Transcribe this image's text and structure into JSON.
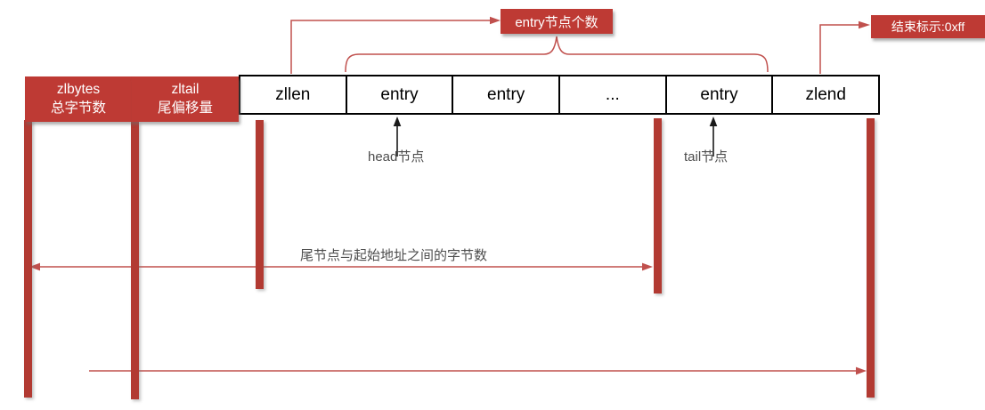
{
  "boxes": [
    {
      "label": "zlbytes",
      "sublabel": "总字节数"
    },
    {
      "label": "zltail",
      "sublabel": "尾偏移量"
    },
    {
      "label": "zllen"
    },
    {
      "label": "entry"
    },
    {
      "label": "entry"
    },
    {
      "label": "..."
    },
    {
      "label": "entry"
    },
    {
      "label": "zlend"
    }
  ],
  "callouts": {
    "entry_count": "entry节点个数",
    "end_marker": "结束标示:0xff"
  },
  "annotations": {
    "head_node": "head节点",
    "tail_node": "tail节点",
    "tail_offset": "尾节点与起始地址之间的字节数"
  },
  "colors": {
    "box_red": "#be3a34",
    "bar_red": "#b23a32",
    "line_red": "#c0504d",
    "label_gray": "#4d4d4d"
  }
}
